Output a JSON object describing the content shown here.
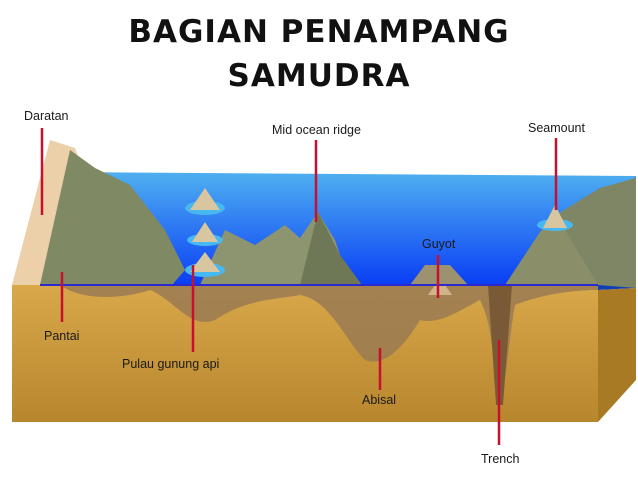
{
  "title": {
    "line1": "BAGIAN PENAMPANG",
    "line2": "SAMUDRA"
  },
  "labels": {
    "daratan": "Daratan",
    "mid_ocean_ridge": "Mid ocean ridge",
    "seamount": "Seamount",
    "guyot": "Guyot",
    "pantai": "Pantai",
    "pulau_gunung_api": "Pulau gunung api",
    "abisal": "Abisal",
    "trench": "Trench"
  },
  "colors": {
    "ocean": "#1a5cf0",
    "ground": "#c49a3c",
    "rock": "#8a8a66",
    "pointer": "#c8102e",
    "sea_level": "#2a2ad0"
  }
}
